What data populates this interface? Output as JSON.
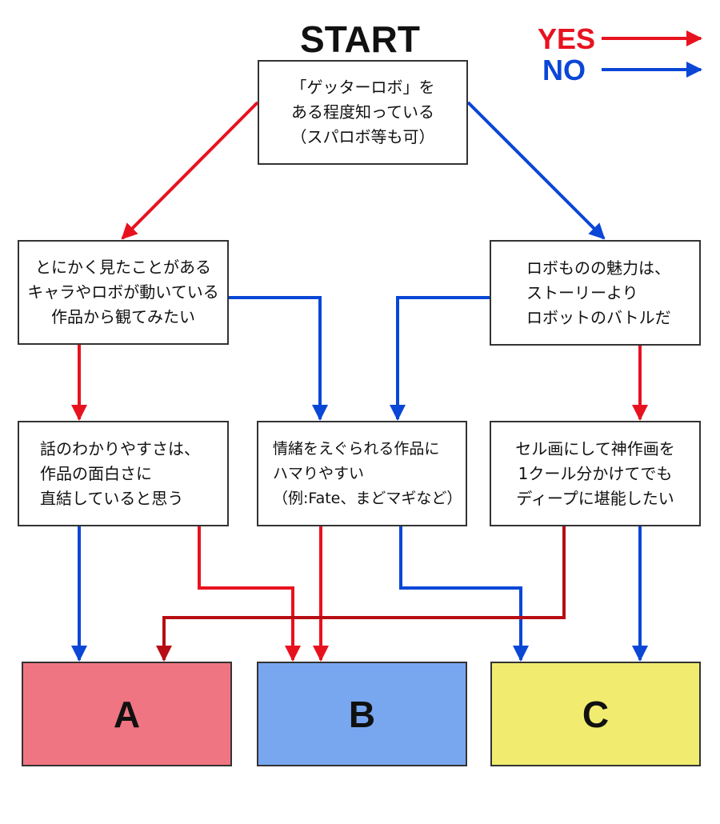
{
  "title": "START",
  "legend": {
    "yes_label": "YES",
    "no_label": "NO"
  },
  "colors": {
    "yes": "#e8121f",
    "yes_dark": "#b80d14",
    "no": "#0a47d6",
    "result_a": "#f07582",
    "result_b": "#78a7f0",
    "result_c": "#f1ec70"
  },
  "start_box": {
    "lines": [
      "「ゲッターロボ」を",
      "ある程度知っている",
      "（スパロボ等も可）"
    ]
  },
  "q_left": {
    "lines": [
      "とにかく見たことがある",
      "キャラやロボが動いている",
      "作品から観てみたい"
    ]
  },
  "q_right": {
    "lines": [
      "ロボものの魅力は、",
      "ストーリーより",
      "ロボットのバトルだ"
    ]
  },
  "q_bottom_left": {
    "lines": [
      "話のわかりやすさは、",
      "作品の面白さに",
      "直結していると思う"
    ]
  },
  "q_bottom_mid": {
    "lines": [
      "情緒をえぐられる作品に",
      "ハマりやすい",
      "（例:Fate、まどマギなど）"
    ]
  },
  "q_bottom_right": {
    "lines": [
      "セル画にして神作画を",
      "1クール分かけてでも",
      "ディープに堪能したい"
    ]
  },
  "results": {
    "a": "A",
    "b": "B",
    "c": "C"
  }
}
